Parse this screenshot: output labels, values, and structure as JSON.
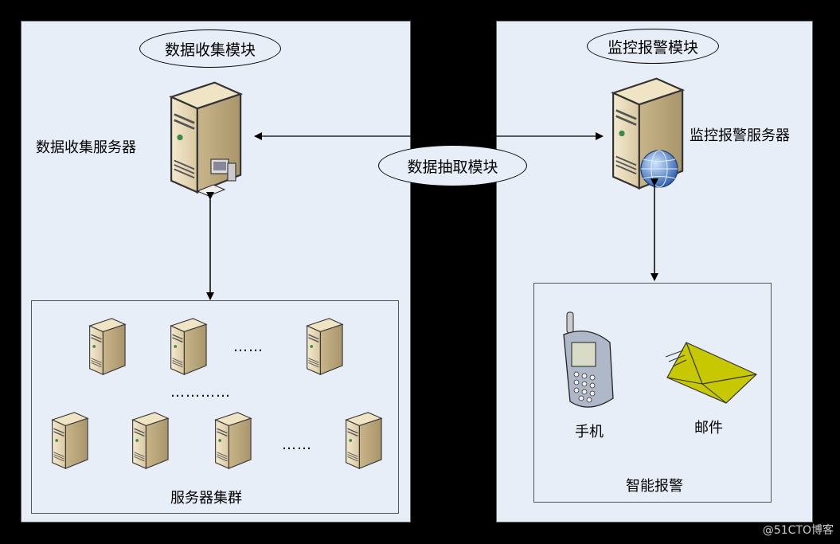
{
  "left_module": {
    "title": "数据收集模块",
    "server_label": "数据收集服务器",
    "cluster_label": "服务器集群",
    "row1_ellipsis": "……",
    "mid_ellipsis": "…………",
    "row2_ellipsis": "……"
  },
  "center": {
    "extract_label": "数据抽取模块"
  },
  "right_module": {
    "title": "监控报警模块",
    "server_label": "监控报警服务器",
    "phone_label": "手机",
    "mail_label": "邮件",
    "alarm_label": "智能报警"
  },
  "watermark": "@51CTO博客"
}
